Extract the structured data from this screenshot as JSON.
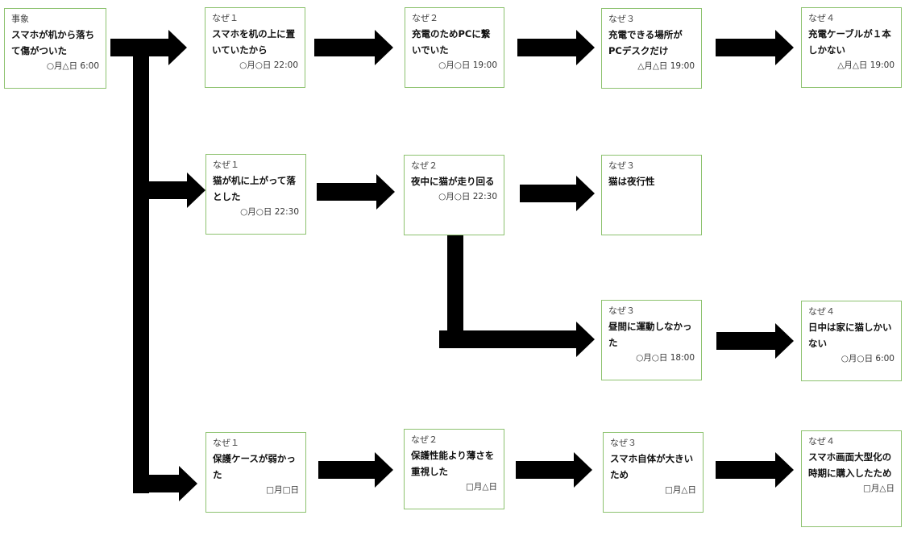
{
  "colors": {
    "box_border": "#8dc26f",
    "arrow": "#000000"
  },
  "nodes": [
    {
      "id": "event",
      "label": "事象",
      "text": "スマホが机から落ちて傷がついた",
      "date": "○月△日 6:00"
    },
    {
      "id": "r1w1",
      "label": "なぜ１",
      "text": "スマホを机の上に置いていたから",
      "date": "○月○日 22:00"
    },
    {
      "id": "r1w2",
      "label": "なぜ２",
      "text": "充電のためPCに繋いでいた",
      "date": "○月○日 19:00"
    },
    {
      "id": "r1w3",
      "label": "なぜ３",
      "text": "充電できる場所がPCデスクだけ",
      "date": "△月△日 19:00"
    },
    {
      "id": "r1w4",
      "label": "なぜ４",
      "text": "充電ケーブルが１本しかない",
      "date": "△月△日 19:00"
    },
    {
      "id": "r2w1",
      "label": "なぜ１",
      "text": "猫が机に上がって落とした",
      "date": "○月○日 22:30"
    },
    {
      "id": "r2w2",
      "label": "なぜ２",
      "text": "夜中に猫が走り回る",
      "date": "○月○日 22:30"
    },
    {
      "id": "r2w3",
      "label": "なぜ３",
      "text": "猫は夜行性",
      "date": ""
    },
    {
      "id": "r3w3",
      "label": "なぜ３",
      "text": "昼間に運動しなかった",
      "date": "○月○日 18:00"
    },
    {
      "id": "r3w4",
      "label": "なぜ４",
      "text": "日中は家に猫しかいない",
      "date": "○月○日 6:00"
    },
    {
      "id": "r4w1",
      "label": "なぜ１",
      "text": "保護ケースが弱かった",
      "date": "□月□日"
    },
    {
      "id": "r4w2",
      "label": "なぜ２",
      "text": "保護性能より薄さを重視した",
      "date": "□月△日"
    },
    {
      "id": "r4w3",
      "label": "なぜ３",
      "text": "スマホ自体が大きいため",
      "date": "□月△日"
    },
    {
      "id": "r4w4",
      "label": "なぜ４",
      "text": "スマホ画面大型化の時期に購入したため",
      "date": "□月△日"
    }
  ]
}
